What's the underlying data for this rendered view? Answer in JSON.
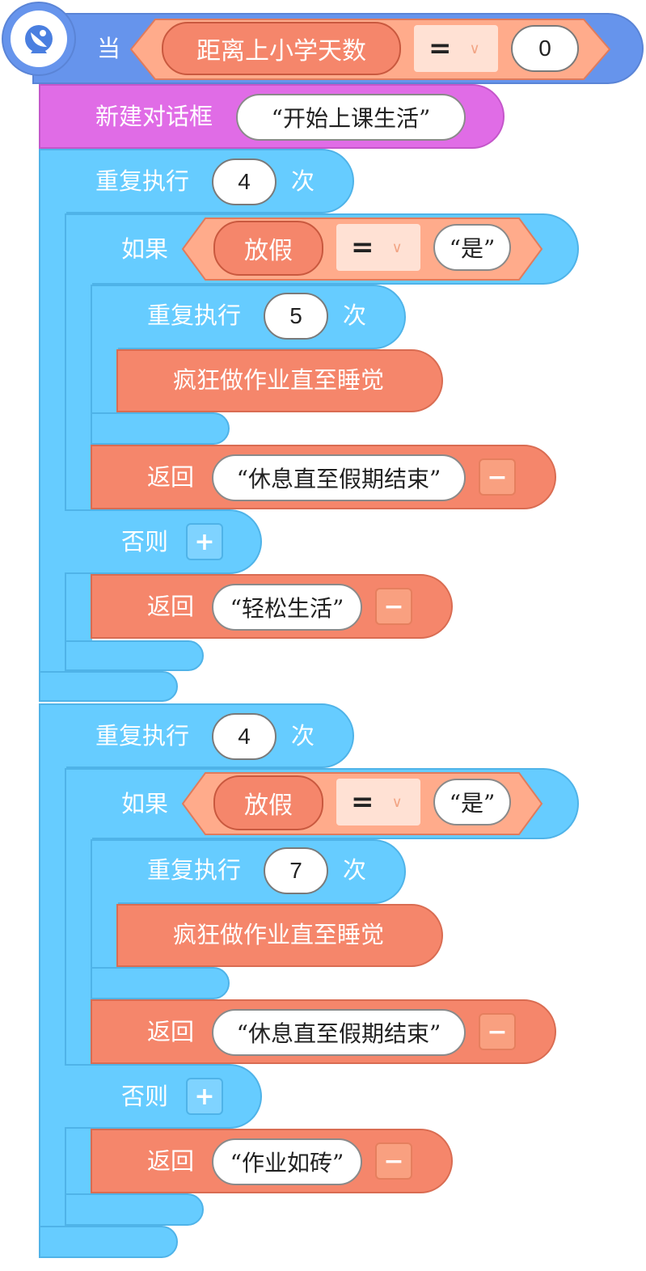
{
  "event": {
    "label": "当",
    "variable": "距离上小学天数",
    "operator": "=",
    "value": "0"
  },
  "dialog": {
    "label": "新建对话框",
    "text": "“开始上课生活”"
  },
  "loop1": {
    "label": "重复执行",
    "count": "4",
    "suffix": "次",
    "if_label": "如果",
    "var": "放假",
    "operator": "=",
    "compare": "“是”",
    "inner_loop_label": "重复执行",
    "inner_count": "5",
    "inner_suffix": "次",
    "action": "疯狂做作业直至睡觉",
    "return1_label": "返回",
    "return1_text": "“休息直至假期结束”",
    "else_label": "否则",
    "return2_label": "返回",
    "return2_text": "“轻松生活”"
  },
  "loop2": {
    "label": "重复执行",
    "count": "4",
    "suffix": "次",
    "if_label": "如果",
    "var": "放假",
    "operator": "=",
    "compare": "“是”",
    "inner_loop_label": "重复执行",
    "inner_count": "7",
    "inner_suffix": "次",
    "action": "疯狂做作业直至睡觉",
    "return1_label": "返回",
    "return1_text": "“休息直至假期结束”",
    "else_label": "否则",
    "return2_label": "返回",
    "return2_text": "“作业如砖”"
  },
  "buttons": {
    "minus": "−",
    "plus": "+"
  },
  "icons": {
    "event": "satellite-dish-icon",
    "minus": "minus-icon",
    "plus": "plus-icon",
    "dropdown": "chevron-down-icon"
  },
  "colors": {
    "event": "#6694ec",
    "dialog": "#e06ce6",
    "loop": "#66ccff",
    "action": "#f5866b",
    "operator_bg": "#ffe1d4"
  }
}
